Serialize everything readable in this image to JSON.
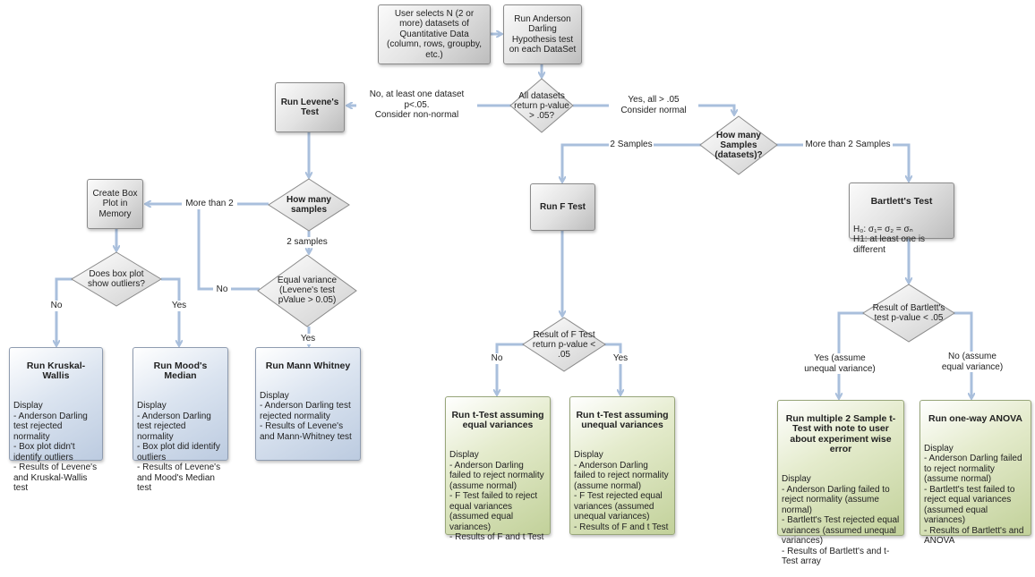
{
  "colors": {
    "connector": "#a9bfdc",
    "gray_box": "#d9d9d9",
    "blue_box": "#cfdbea",
    "green_box": "#d6e0b6"
  },
  "nodes": {
    "start": "User selects N (2 or more) datasets of Quantitative Data (column, rows, groupby, etc.)",
    "anderson": "Run Anderson Darling Hypothesis test on each DataSet",
    "all_normal": "All datasets return p-value > .05?",
    "levene": "Run Levene's Test",
    "how_many_samples_normal": "How many Samples (datasets)?",
    "f_test": "Run F Test",
    "bartlett": {
      "title": "Bartlett's Test",
      "body": "H₀: σ₁= σ₂ = σₙ\nH1: at least one is different"
    },
    "how_many_samples_nonnormal": "How many samples",
    "box_plot": "Create Box Plot in Memory",
    "outliers": "Does box plot show outliers?",
    "equal_variance": "Equal variance (Levene's test pValue > 0.05)",
    "f_result": "Result of F Test return p-value < .05",
    "bartlett_result": "Result of Bartlett's test p-value < .05",
    "kruskal": {
      "title": "Run Kruskal-Wallis",
      "body": "Display\n- Anderson Darling test rejected normality\n- Box plot didn't identify outliers\n- Results of Levene's and Kruskal-Wallis test"
    },
    "mood": {
      "title": "Run Mood's Median",
      "body": "Display\n- Anderson Darling test rejected normality\n- Box plot did identify outliers\n- Results of Levene's and Mood's Median test"
    },
    "mann": {
      "title": "Run Mann Whitney",
      "body": "Display\n- Anderson Darling test rejected normality\n- Results of Levene's and Mann-Whitney test"
    },
    "t_equal": {
      "title": "Run t-Test assuming equal variances",
      "body": "Display\n- Anderson Darling failed to reject normality (assume normal)\n- F Test failed to reject equal variances (assumed equal variances)\n- Results of F and t Test"
    },
    "t_unequal": {
      "title": "Run t-Test assuming unequal variances",
      "body": "Display\n- Anderson Darling failed to reject normality (assume normal)\n- F Test rejected equal variances (assumed unequal variances)\n- Results of F and t Test"
    },
    "multi_t": {
      "title": "Run multiple 2 Sample t-Test with note to user about experiment wise error",
      "body": "Display\n- Anderson Darling failed to reject normality (assume normal)\n- Bartlett's Test rejected equal variances (assumed unequal variances)\n- Results of Bartlett's and t-Test array"
    },
    "anova": {
      "title": "Run one-way ANOVA",
      "body": "Display\n- Anderson Darling failed to reject normality (assume normal)\n- Bartlett's test failed to reject equal variances (assumed equal variances)\n- Results of Bartlett's and ANOVA"
    }
  },
  "edge_labels": {
    "non_normal": "No, at least one dataset p<.05.\nConsider non-normal",
    "normal": "Yes, all > .05\nConsider normal",
    "two_samples": "2 Samples",
    "more_than_two_samples": "More than 2 Samples",
    "more_than_two": "More than 2",
    "two_samples_lower": "2 samples",
    "ev_no": "No",
    "ev_yes": "Yes",
    "outliers_no": "No",
    "outliers_yes": "Yes",
    "f_no": "No",
    "f_yes": "Yes",
    "bartlett_yes": "Yes (assume\nunequal variance)",
    "bartlett_no": "No (assume\nequal variance)"
  }
}
